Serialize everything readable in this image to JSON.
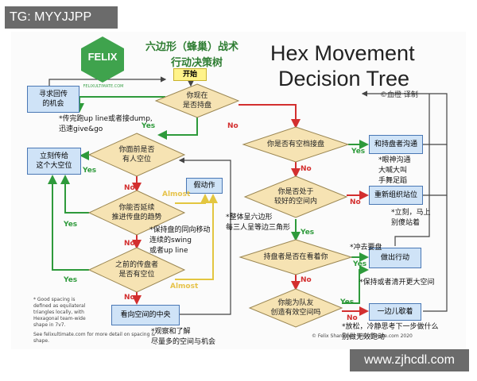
{
  "watermark_top": "TG: MYYJJPP",
  "watermark_bottom": "www.zjhcdl.com",
  "logo": {
    "text": "FELIX",
    "caption": "FELIXULTIMATE.COM"
  },
  "title_cn": {
    "line1": "六边形（蜂巢）战术",
    "line2": "行动决策树"
  },
  "title_en": {
    "line1": "Hex Movement",
    "line2": "Decision Tree"
  },
  "translator": "©血橙 译制",
  "nodes": {
    "start": "开始",
    "d1": "你现在\n是否持盘",
    "d2": "你面前是否\n有人空位",
    "d3": "你能否延续\n推进传盘的趋势",
    "d4": "之前的传盘者\n是否有空位",
    "d5": "你是否有空档接盘",
    "d6": "你是否处于\n较好的空间内",
    "d7": "持盘者是否在看着你",
    "d8": "你能为队友\n创造有效空间吗",
    "b_seek": "寻求回传\n的机会",
    "b_pass": "立刻传给\n这个大空位",
    "b_fake": "假动作",
    "b_center": "看向空间的中央",
    "b_comm": "和持盘者沟通",
    "b_reorg": "重新组织站位",
    "b_cut": "做出行动",
    "b_aside": "一边儿歇着"
  },
  "notes": {
    "n1": "*传完跑up line或者接dump,\n迅速give&go",
    "n2": "*保持盘的同向移动\n连续的swing\n或者up line",
    "n3": "*观察和了解\n尽量多的空间与机会",
    "n4": "*眼神沟通\n大喊大叫\n手舞足蹈",
    "n5": "*立刻，马上\n别傻站着",
    "n6": "*整体呈六边形\n每三人呈等边三角形",
    "n7": "*冲去要盘",
    "n8": "*保持或者清开更大空间",
    "n9": "*放松，冷静思考下一步做什么\n别做无效跑动"
  },
  "labels": {
    "yes": "Yes",
    "no": "No",
    "almost": "Almost"
  },
  "footnote_left": "* Good spacing is\ndefined as equilateral\ntriangles locally, with\nHexagonal team-wide\nshape in 7v7.",
  "footnote_left2": "See felixultimate.com for more detail on spacing & shape.",
  "footnote_right": "© Felix Shardlow - felixultimate.com 2020"
}
